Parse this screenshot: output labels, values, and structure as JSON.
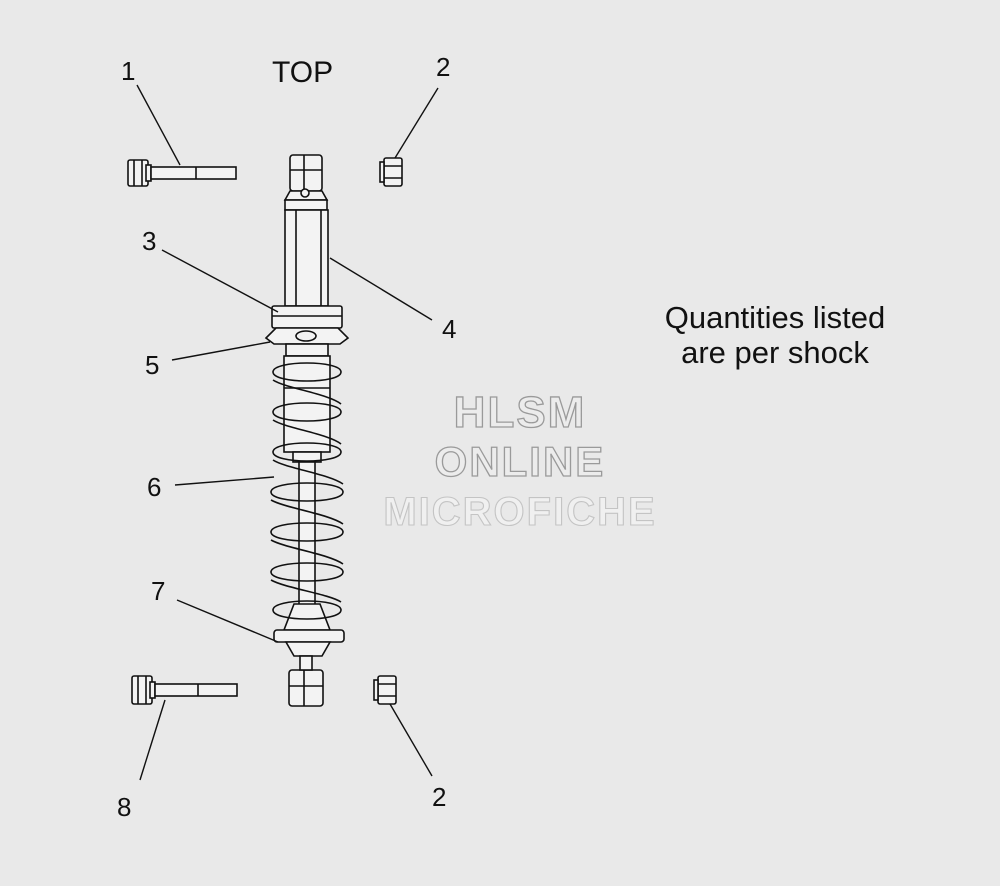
{
  "diagram": {
    "top_label": "TOP",
    "note_line1": "Quantities listed",
    "note_line2": "are per shock",
    "watermark_line1": "HLSM",
    "watermark_line2": "ONLINE",
    "watermark_line3": "MICROFICHE",
    "callouts": {
      "c1": "1",
      "c2_top": "2",
      "c3": "3",
      "c4": "4",
      "c5": "5",
      "c6": "6",
      "c7": "7",
      "c8": "8",
      "c2_bottom": "2"
    },
    "colors": {
      "background": "#e9e9e9",
      "line": "#111111",
      "part_fill": "#f2f2f2"
    }
  }
}
